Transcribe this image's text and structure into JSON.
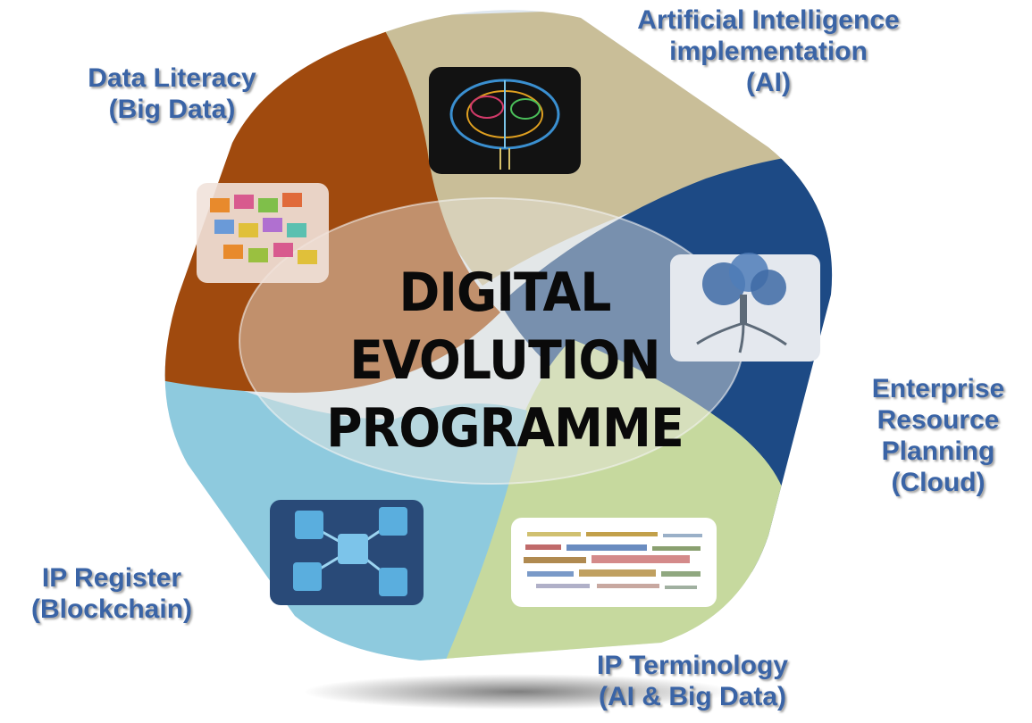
{
  "title_lines": [
    "DIGITAL",
    "EVOLUTION",
    "PROGRAMME"
  ],
  "segments": [
    {
      "id": "data-literacy",
      "lines": [
        "Data Literacy",
        "(Big Data)"
      ],
      "color": "#a04a0e",
      "icon": "folders-icon"
    },
    {
      "id": "ai",
      "lines": [
        "Artificial Intelligence",
        "implementation",
        "(AI)"
      ],
      "color": "#c9be98",
      "icon": "brain-circuit-icon"
    },
    {
      "id": "erp",
      "lines": [
        "Enterprise",
        "Resource",
        "Planning",
        "(Cloud)"
      ],
      "color": "#1d4a85",
      "icon": "tree-icon"
    },
    {
      "id": "ip-terminology",
      "lines": [
        "IP Terminology",
        "(AI & Big Data)"
      ],
      "color": "#c6d99e",
      "icon": "word-cloud-icon"
    },
    {
      "id": "ip-register",
      "lines": [
        "IP Register",
        "(Blockchain)"
      ],
      "color": "#8ecade",
      "icon": "blockchain-cubes-icon"
    }
  ],
  "colors": {
    "label": "#3a64a6",
    "title": "#0a0a0a"
  }
}
